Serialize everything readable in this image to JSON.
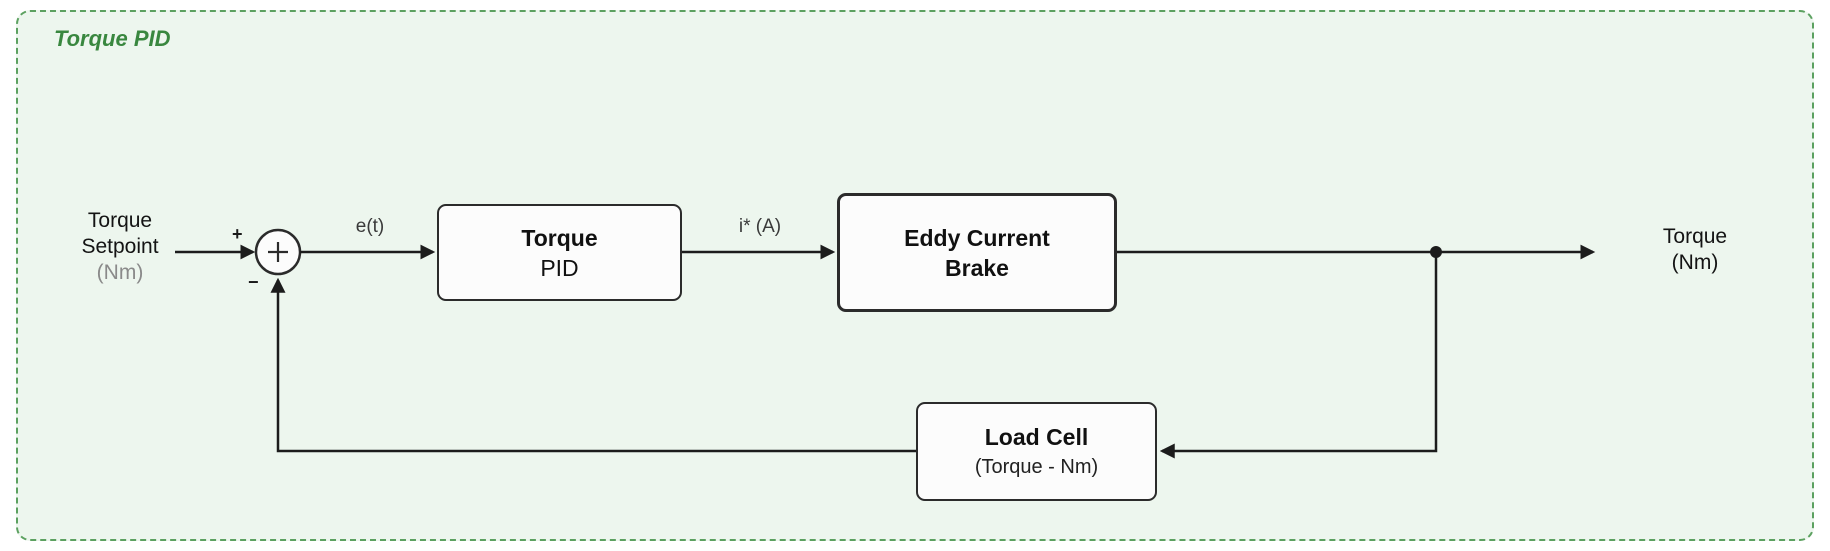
{
  "diagram": {
    "title": "Torque PID",
    "input": {
      "line1": "Torque",
      "line2": "Setpoint",
      "unit": "(Nm)"
    },
    "output": {
      "line1": "Torque",
      "unit": "(Nm)"
    },
    "sum": {
      "plus": "+",
      "minus": "−"
    },
    "signals": {
      "error": "e(t)",
      "control": "i* (A)"
    },
    "blocks": {
      "pid": {
        "line1": "Torque",
        "line2": "PID"
      },
      "brake": {
        "line1": "Eddy Current",
        "line2": "Brake"
      },
      "load_cell": {
        "line1": "Load Cell",
        "line2": "(Torque - Nm)"
      }
    }
  },
  "colors": {
    "panel_bg": "#edf6ee",
    "panel_border": "#5ca160",
    "title_color": "#39873f",
    "line_color": "#1c1c1c",
    "block_border": "#2b2b2b",
    "block_bg": "#fcfcfc",
    "muted_text": "#8a8a8a",
    "signal_text": "#3a3a3a"
  }
}
